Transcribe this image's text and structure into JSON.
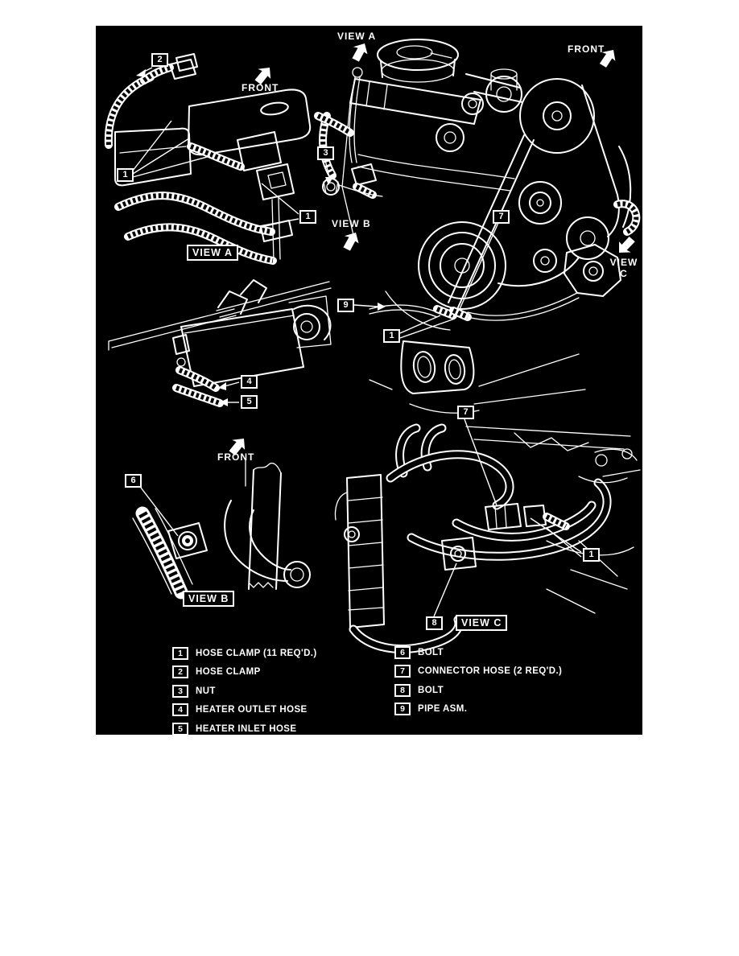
{
  "page": {
    "bg": "#ffffff",
    "panel_bg": "#000000",
    "ink": "#ffffff"
  },
  "labels": {
    "front": "FRONT",
    "view_a": "VIEW A",
    "view_b": "VIEW B",
    "view_c": "VIEW C",
    "view_word": "VIEW",
    "c_word": "C"
  },
  "callouts": {
    "n1": "1",
    "n2": "2",
    "n3": "3",
    "n4": "4",
    "n5": "5",
    "n6": "6",
    "n7": "7",
    "n8": "8",
    "n9": "9"
  },
  "legend": {
    "left": [
      {
        "num": "1",
        "label": "HOSE CLAMP (11 REQ'D.)"
      },
      {
        "num": "2",
        "label": "HOSE CLAMP"
      },
      {
        "num": "3",
        "label": "NUT"
      },
      {
        "num": "4",
        "label": "HEATER OUTLET HOSE"
      },
      {
        "num": "5",
        "label": "HEATER INLET HOSE"
      }
    ],
    "right": [
      {
        "num": "6",
        "label": "BOLT"
      },
      {
        "num": "7",
        "label": "CONNECTOR HOSE (2 REQ'D.)"
      },
      {
        "num": "8",
        "label": "BOLT"
      },
      {
        "num": "9",
        "label": "PIPE ASM."
      }
    ]
  }
}
